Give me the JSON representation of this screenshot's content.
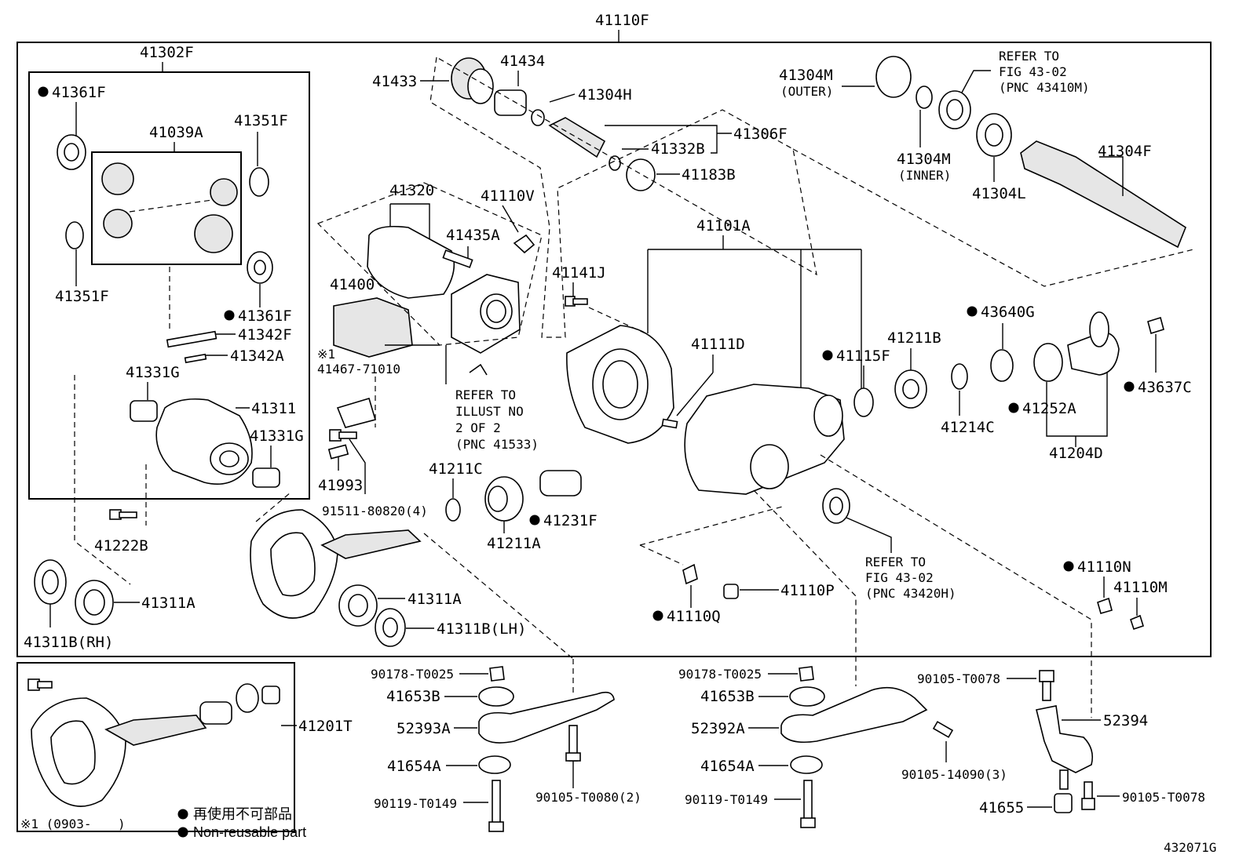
{
  "diagram": {
    "top_assembly": "41110F",
    "diagram_id": "432071G",
    "legend": {
      "ref_mark": "※1 (0903-",
      "ref_mark_close": ")",
      "non_reusable_jp": "再使用不可部品",
      "non_reusable_en": "Non-reusable part"
    },
    "refer_notes": {
      "fig43_02_a": [
        "REFER TO",
        "FIG 43-02",
        "(PNC 43410M)"
      ],
      "illust_2_of_2": [
        "REFER TO",
        "ILLUST NO",
        "2 OF 2",
        "(PNC 41533)"
      ],
      "fig43_02_b": [
        "REFER TO",
        "FIG 43-02",
        "(PNC 43420H)"
      ]
    },
    "parts": {
      "p41302F": "41302F",
      "p41361F_a": "41361F",
      "p41039A": "41039A",
      "p41351F_a": "41351F",
      "p41351F_b": "41351F",
      "p41361F_b": "41361F",
      "p41342F": "41342F",
      "p41342A": "41342A",
      "p41331G_a": "41331G",
      "p41311": "41311",
      "p41331G_b": "41331G",
      "p41222B": "41222B",
      "p41311A_a": "41311A",
      "p41311B_RH": "41311B(RH)",
      "p41433": "41433",
      "p41434": "41434",
      "p41304H": "41304H",
      "p41306F": "41306F",
      "p41332B": "41332B",
      "p41183B": "41183B",
      "p41320": "41320",
      "p41110V": "41110V",
      "p41435A": "41435A",
      "p41400": "41400",
      "p41467": "41467-71010",
      "p41993": "41993",
      "p91511": "91511-80820(4)",
      "p41211C": "41211C",
      "p41211A": "41211A",
      "p41231F": "41231F",
      "p41311A_b": "41311A",
      "p41311B_LH": "41311B(LH)",
      "p41304M_outer": "41304M",
      "outer": "(OUTER)",
      "p41304M_inner": "41304M",
      "inner": "(INNER)",
      "p41304L": "41304L",
      "p41304F": "41304F",
      "p41101A": "41101A",
      "p41141J": "41141J",
      "p41111D": "41111D",
      "p41115F": "41115F",
      "p41211B": "41211B",
      "p43640G": "43640G",
      "p41214C": "41214C",
      "p41252A": "41252A",
      "p43637C": "43637C",
      "p41204D": "41204D",
      "p41110N": "41110N",
      "p41110M": "41110M",
      "p41110P": "41110P",
      "p41110Q": "41110Q",
      "p41201T": "41201T",
      "p90178_a": "90178-T0025",
      "p41653B_a": "41653B",
      "p52393A": "52393A",
      "p41654A_a": "41654A",
      "p90119_a": "90119-T0149",
      "p90105_T0080": "90105-T0080(2)",
      "p90178_b": "90178-T0025",
      "p41653B_b": "41653B",
      "p52392A": "52392A",
      "p41654A_b": "41654A",
      "p90119_b": "90119-T0149",
      "p90105_14090": "90105-14090(3)",
      "p90105_T0078_a": "90105-T0078",
      "p52394": "52394",
      "p41655": "41655",
      "p90105_T0078_b": "90105-T0078"
    }
  }
}
